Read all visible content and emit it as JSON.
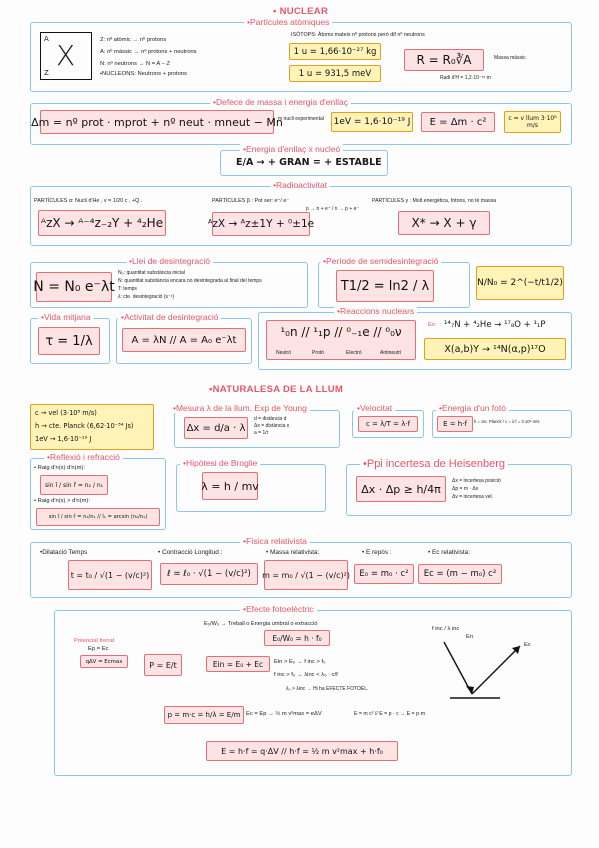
{
  "nuclear": {
    "title": "• NUCLEAR",
    "atomic_title": "•Partícules atòmiques",
    "atom_A": "A",
    "atom_X": "X",
    "atom_Z": "Z",
    "line_z": "Z: nº atòmic → nº protons",
    "line_a": "A: nº màssic → nº protons + neutrons",
    "line_n": "N: nº neutrons → N = A − Z",
    "line_nucleons": "•NUCLEONS: Neutrons + protons",
    "isotops": "ISÒTOPS: Àtoms mateix nº protons però dif nº neutrons",
    "u_kg": "1 u = 1,66·10⁻²⁷ kg",
    "u_mev": "1 u = 931,5 meV",
    "radius": "R = R₀∛A",
    "radius_note": "Massa màssic",
    "radius_r0": "Radi d'H = 1,2·10⁻¹⁵ m"
  },
  "defecte": {
    "title": "•Defece de massa i energia d'enllaç",
    "formula": "Δm = nº prot · mprot + nº neut · mneut − Mn",
    "note": "m nucli experimental",
    "ev": "1eV = 1,6·10⁻¹⁹ J",
    "emc": "E = Δm · c²",
    "c_val": "c = v llum 3·10⁸ m/s"
  },
  "enllac": {
    "title": "•Energia d'enllaç x nucleó",
    "formula": "E/A → + GRAN = + ESTABLE"
  },
  "radio": {
    "title": "•Radioactivitat",
    "alpha_text": "PARTÍCULES α: Nucli d'He , v = 1/20 c , +Q .",
    "alpha_eq": "ᴬzX → ᴬ⁻⁴z₋₂Y + ⁴₂He",
    "beta_text": "PARTÍCULES β : Pot ser: e⁺/ e⁻",
    "beta_notes": "p → n + e⁺ / n → p + e⁻",
    "beta_eq": "ᴬzX → ᴬz±1Y + ⁰±1e",
    "gamma_text": "PARTÍCULES γ : Molt energètica, fotons, no té massa",
    "gamma_eq": "X* → X + γ"
  },
  "llei": {
    "title": "•Llei de desintegració",
    "formula": "N = N₀ e⁻λt",
    "n0": "N₀: quantitat substància inicial",
    "n": "N: quantitat substància encara no desintegrada al final del temps",
    "t": "T: temps",
    "lambda": "λ: cte. desintegració (s⁻¹)"
  },
  "semi": {
    "title": "•Període de semidesintegració",
    "formula": "T1/2 = ln2 / λ",
    "ratio": "N/N₀ = 2^(−t/t1/2)"
  },
  "vida": {
    "title": "•Vida mitjana",
    "formula": "τ = 1/λ"
  },
  "activitat": {
    "title": "•Activitat de desintegració",
    "formula": "A = λN // A = A₀ e⁻λt"
  },
  "reaccions": {
    "title": "•Reaccions nuclears",
    "particles": "¹₀n // ¹₁p // ⁰₋₁e // ⁰₀ν",
    "labels": [
      "Neutró",
      "Protó",
      "Electró",
      "Antineutrí"
    ],
    "example_label": "Ex:",
    "example_eq": "¹⁴₇N + ⁴₂He → ¹⁷₈O + ¹₁P",
    "compact": "X(a,b)Y → ¹⁴N(α,p)¹⁷O"
  },
  "llum": {
    "title": "•NATURALESA DE LA LLUM",
    "const_c": "c → vel (3·10⁸ m/s)",
    "const_h": "h → cte. Planck (6,62·10⁻³⁴ Js)",
    "const_ev": "1eV → 1,6·10⁻¹⁹ J",
    "young_title": "•Mesura λ de la llum. Exp de Young",
    "young_formula": "Δx = d/a · λ",
    "young_d": "d = distància d",
    "young_x": "Δx = distància x",
    "young_a": "a = 1/r",
    "vel_title": "•Velocitat",
    "vel_formula": "c = λ/T = λ·f",
    "foton_title": "•Energia d'un fotó",
    "foton_formula": "E = h·f",
    "foton_notes": "h = cte. Planck / c = λ·f = 3·10⁸ m/s",
    "refl_title": "•Reflexió i refracció",
    "raig1": "• Raig d'n(x) d'n(m):",
    "raig1_eq": "sin î / sin r̂ = n₂ / n₁",
    "raig2": "• Raig d'n(x) > d'n(m):",
    "raig2_eq": "sin î / sin r̂ = n₂/n₁ // î₁ = arcsin (n₂/n₁)",
    "broglie_title": "•Hipòtesi de Broglie",
    "broglie_formula": "λ = h / mv",
    "heis_title": "•Ppi incertesa de Heisenberg",
    "heis_formula": "Δx · Δp ≥ h/4π",
    "heis_notes": [
      "Δx = incertesa posició",
      "Δp = m · Δv",
      "Δv = incertesa vel."
    ]
  },
  "relativista": {
    "title": "•Física relativista",
    "dil_label": "•Dilatació Temps",
    "dil_formula": "t = t₀ / √(1 − (v/c)²)",
    "con_label": "• Contracció Longitud :",
    "con_formula": "ℓ = ℓ₀ · √(1 − (v/c)²)",
    "mass_label": "• Massa relativista:",
    "mass_formula": "m = m₀ / √(1 − (v/c)²)",
    "erep_label": "• E repòs :",
    "erep_formula": "E₀ = m₀ · c²",
    "ec_label": "• Ec relativista:",
    "ec_formula": "Ec = (m − m₀) c²"
  },
  "foto": {
    "title": "•Efecte fotoelèctric",
    "line1": "E₀/W₀ → Treball o Energia umbral o extracció",
    "e0": "E₀/W₀ = h · f₀",
    "pot_frenat": "Potencial frenat",
    "ep_ec": "Ep = Ec",
    "qv": "qΔV = Ecmax",
    "p_eq": "P = E/t",
    "ein": "Ein = E₀ + Ec",
    "cond1": "Ein > E₀ → f inc > f₀",
    "cond2": "f inc > f₀ → λinc < λ₀ · c/f",
    "cond3": "λ₀ > λinc → Hi ha EFECTE FOTOEL.",
    "momentum": "p = m·c = h/λ = E/m",
    "ec_ep": "Ec = Ep → ½ m v²max = eΔV",
    "e_mc": "E = m c² // E = p · c → E = p·m",
    "final": "E = h·f = q·ΔV // h·f = ½ m v²max + h·f₀",
    "graph_y": "f inc / λ inc",
    "graph_en": "En",
    "graph_ec": "Ec"
  }
}
